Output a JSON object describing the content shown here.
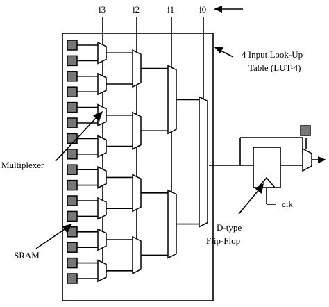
{
  "inputs": {
    "i3": "i3",
    "i2": "i2",
    "i1": "i1",
    "i0": "i0"
  },
  "labels": {
    "lut_line1": "4 Input Look-Up",
    "lut_line2": "Table (LUT-4)",
    "multiplexer": "Multiplexer",
    "sram": "SRAM",
    "clk": "clk",
    "dff_line1": "D-type",
    "dff_line2": "Flip-Flop"
  },
  "colors": {
    "sram_fill": "#777777",
    "line": "#000000",
    "background": "#ffffff"
  },
  "structure": {
    "sram_cell_count": 16,
    "mux_levels": [
      8,
      4,
      2,
      1
    ]
  }
}
